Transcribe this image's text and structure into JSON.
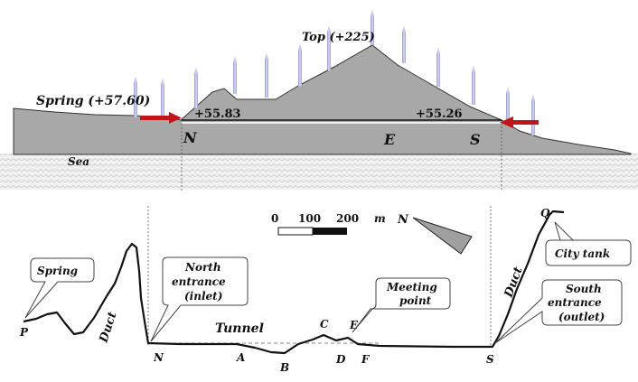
{
  "section": {
    "spring": "Spring (+57.60)",
    "top": "Top (+225)",
    "level_north": "+55.83",
    "level_south": "+55.26",
    "N": "N",
    "E": "E",
    "S": "S",
    "sea": "Sea"
  },
  "plan": {
    "scale_values": [
      "0",
      "100",
      "200"
    ],
    "scale_unit": "m",
    "north_arrow": "N",
    "P": "P",
    "duct_left": "Duct",
    "duct_right": "Duct",
    "N": "N",
    "A": "A",
    "B": "B",
    "C": "C",
    "D": "D",
    "E": "E",
    "F": "F",
    "S": "S",
    "Q": "Q",
    "tunnel": "Tunnel"
  },
  "callouts": {
    "spring": "Spring",
    "north_entrance": [
      "North",
      "entrance",
      "(inlet)"
    ],
    "meeting_point": [
      "Meeting",
      "point"
    ],
    "city_tank": "City tank",
    "south_entrance": [
      "South",
      "entrance",
      "(outlet)"
    ]
  },
  "colors": {
    "terrain": "#a8a8a8",
    "ground_hatch": "#e7e7e7",
    "pylons": "#b3b7e0",
    "arrows": "#c0161a",
    "route": "#111111"
  }
}
